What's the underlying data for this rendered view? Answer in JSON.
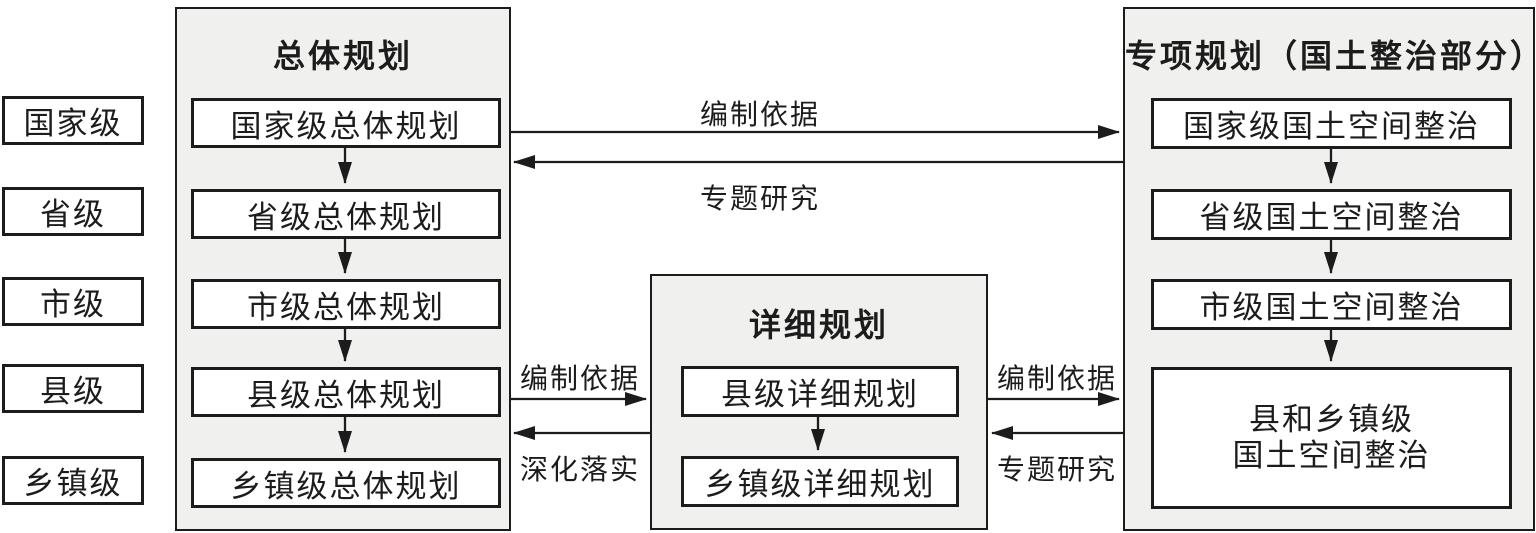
{
  "colors": {
    "canvas_bg": "#ffffff",
    "panel_bg": "#f0f0ee",
    "box_bg": "#ffffff",
    "line": "#1c1c1c"
  },
  "levels": [
    "国家级",
    "省级",
    "市级",
    "县级",
    "乡镇级"
  ],
  "overall_panel": {
    "title": "总体规划",
    "boxes": [
      "国家级总体规划",
      "省级总体规划",
      "市级总体规划",
      "县级总体规划",
      "乡镇级总体规划"
    ]
  },
  "detailed_panel": {
    "title": "详细规划",
    "boxes": [
      "县级详细规划",
      "乡镇级详细规划"
    ]
  },
  "special_panel": {
    "title": "专项规划（国土整治部分）",
    "boxes": [
      "国家级国土空间整治",
      "省级国土空间整治",
      "市级国土空间整治"
    ],
    "combined_box": {
      "line1": "县和乡镇级",
      "line2": "国土空间整治"
    }
  },
  "connector_labels": {
    "overall_to_special": "编制依据",
    "special_to_overall": "专题研究",
    "overall_to_detailed": "编制依据",
    "detailed_to_overall": "深化落实",
    "detailed_to_special": "编制依据",
    "special_to_detailed": "专题研究"
  }
}
